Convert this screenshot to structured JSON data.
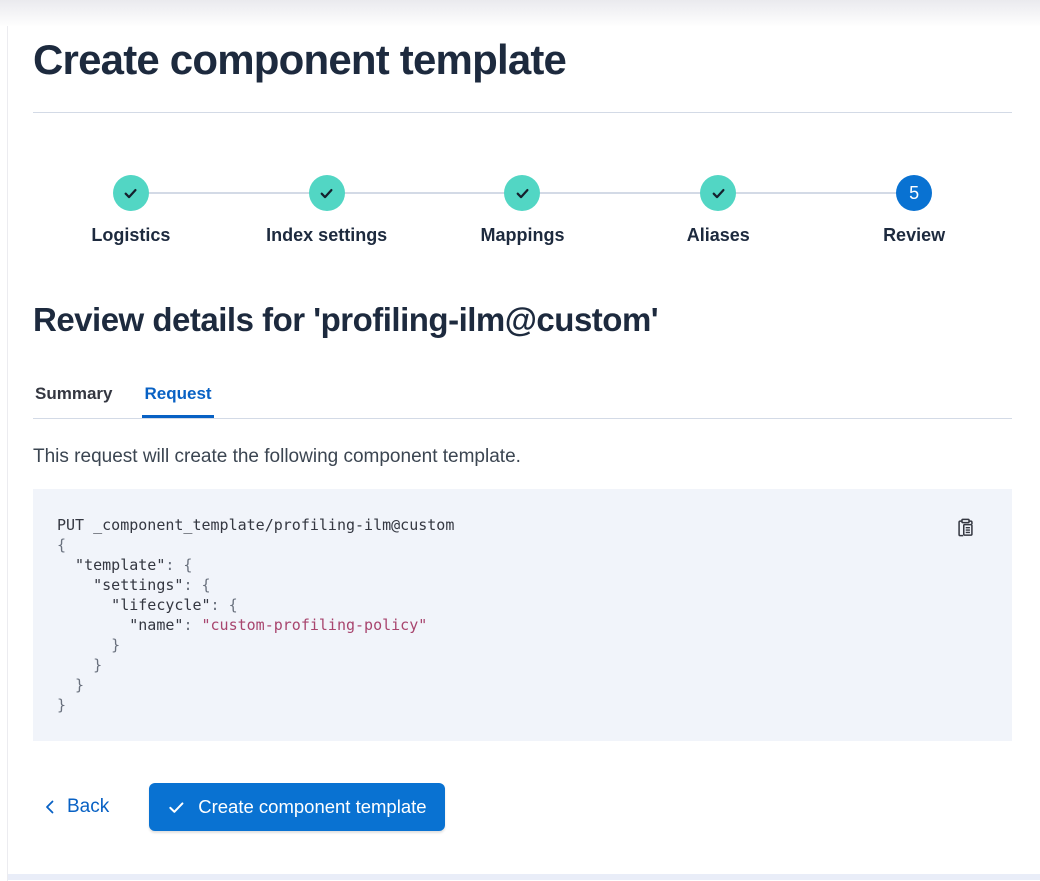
{
  "page": {
    "title": "Create component template"
  },
  "stepper": {
    "steps": [
      {
        "label": "Logistics",
        "status": "complete"
      },
      {
        "label": "Index settings",
        "status": "complete"
      },
      {
        "label": "Mappings",
        "status": "complete"
      },
      {
        "label": "Aliases",
        "status": "complete"
      },
      {
        "label": "Review",
        "status": "current",
        "number": "5"
      }
    ]
  },
  "review": {
    "heading": "Review details for 'profiling-ilm@custom'",
    "tabs": [
      {
        "label": "Summary",
        "active": false
      },
      {
        "label": "Request",
        "active": true
      }
    ],
    "description": "This request will create the following component template."
  },
  "code_block": {
    "lines": [
      {
        "segments": [
          {
            "text": "PUT _component_template/profiling-ilm@custom",
            "style": "plain"
          }
        ]
      },
      {
        "segments": [
          {
            "text": "{",
            "style": "punct"
          }
        ]
      },
      {
        "segments": [
          {
            "text": "  \"template\"",
            "style": "plain"
          },
          {
            "text": ": {",
            "style": "punct"
          }
        ]
      },
      {
        "segments": [
          {
            "text": "    \"settings\"",
            "style": "plain"
          },
          {
            "text": ": {",
            "style": "punct"
          }
        ]
      },
      {
        "segments": [
          {
            "text": "      \"lifecycle\"",
            "style": "plain"
          },
          {
            "text": ": {",
            "style": "punct"
          }
        ]
      },
      {
        "segments": [
          {
            "text": "        \"name\"",
            "style": "plain"
          },
          {
            "text": ": ",
            "style": "punct"
          },
          {
            "text": "\"custom-profiling-policy\"",
            "style": "string"
          }
        ]
      },
      {
        "segments": [
          {
            "text": "      }",
            "style": "punct"
          }
        ]
      },
      {
        "segments": [
          {
            "text": "    }",
            "style": "punct"
          }
        ]
      },
      {
        "segments": [
          {
            "text": "  }",
            "style": "punct"
          }
        ]
      },
      {
        "segments": [
          {
            "text": "}",
            "style": "punct"
          }
        ]
      }
    ]
  },
  "footer": {
    "back_label": "Back",
    "submit_label": "Create component template"
  },
  "icons": {
    "step_complete": "check-icon",
    "copy": "copy-clipboard-icon",
    "back": "chevron-left-icon",
    "submit": "check-icon"
  },
  "colors": {
    "primary_fill": "#0972d2",
    "link_blue": "#0861c4",
    "step_complete_teal": "#52d6c4",
    "heading_text": "#1d2a3e",
    "body_text": "#3b4551",
    "divider": "#d3dae6",
    "code_background": "#f1f4fa",
    "code_string": "#a8456e",
    "code_punctuation": "#69707d"
  }
}
